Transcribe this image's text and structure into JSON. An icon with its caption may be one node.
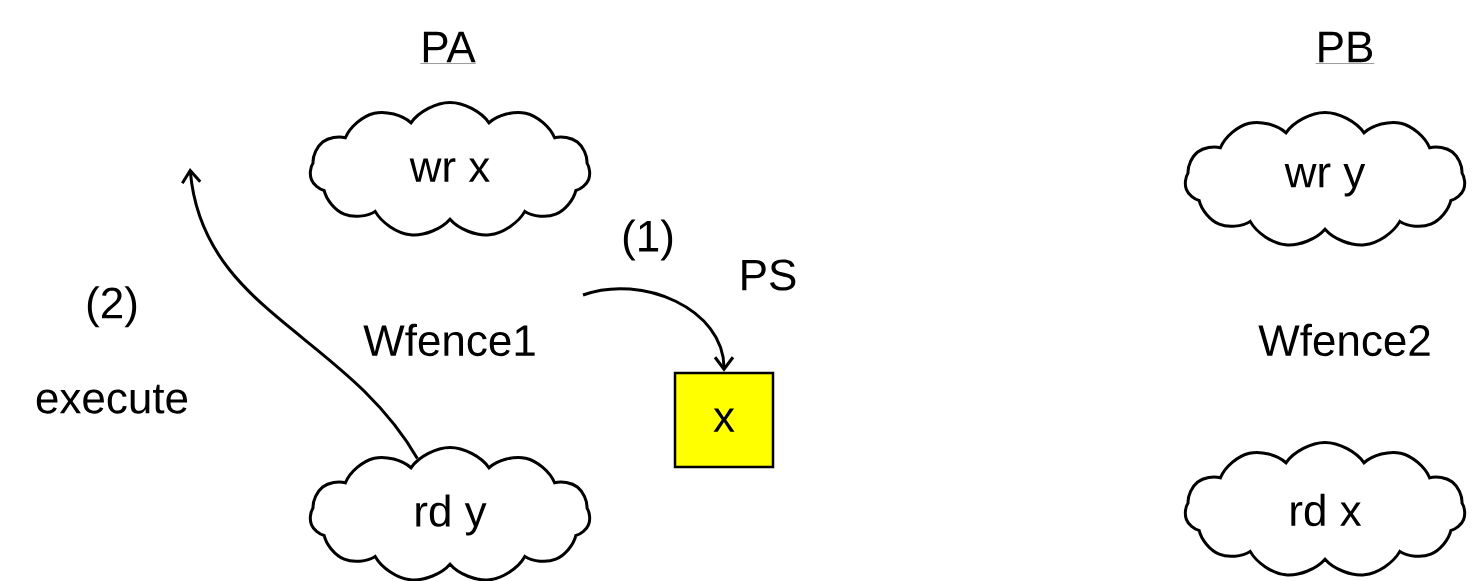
{
  "diagram": {
    "nodes": [
      {
        "text": [
          "wr x"
        ]
      },
      {
        "text": [
          "rd y"
        ]
      },
      {
        "text": [
          "x"
        ],
        "beside": [
          "PS"
        ]
      },
      {
        "text": [
          "wr y"
        ]
      },
      {
        "text": [
          "rd x"
        ]
      }
    ],
    "edges": [
      {
        "from": null,
        "to": 2,
        "arrow": "to",
        "label": "(1)"
      },
      {
        "from": 1,
        "to": null,
        "arrow": "to",
        "label": "(2) execute"
      }
    ],
    "labels": [
      "PA",
      "PB",
      "Wfence1",
      "Wfence2"
    ]
  }
}
